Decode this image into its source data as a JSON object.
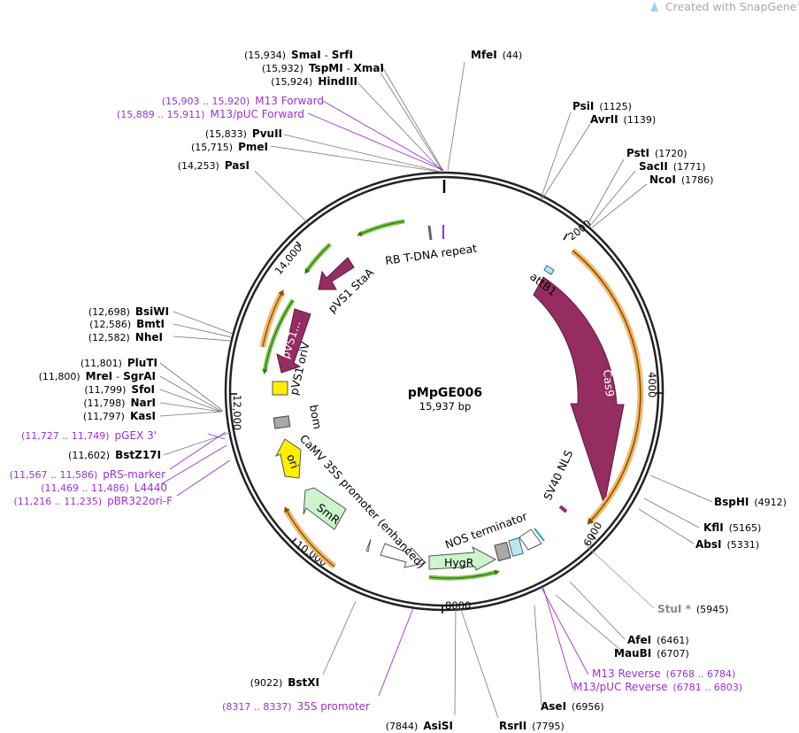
{
  "brand": {
    "text": "Created with SnapGene",
    "mark": "®"
  },
  "plasmid": {
    "name": "pMpGE006",
    "size_text": "15,937 bp"
  },
  "ticks": [
    "2000",
    "4000",
    "6000",
    "8000",
    "10,000",
    "12,000",
    "14,000"
  ],
  "sites": [
    {
      "pos": "(15,934)",
      "name": "SmaI",
      "pair": "SrfI"
    },
    {
      "pos": "(15,932)",
      "name": "TspMI",
      "pair": "XmaI"
    },
    {
      "pos": "(15,924)",
      "name": "HindIII"
    },
    {
      "pos": "(15,833)",
      "name": "PvuII"
    },
    {
      "pos": "(15,715)",
      "name": "PmeI"
    },
    {
      "pos": "(14,253)",
      "name": "PasI"
    },
    {
      "name": "MfeI",
      "pos": "(44)"
    },
    {
      "name": "PsiI",
      "pos": "(1125)"
    },
    {
      "name": "AvrII",
      "pos": "(1139)"
    },
    {
      "name": "PstI",
      "pos": "(1720)"
    },
    {
      "name": "SacII",
      "pos": "(1771)"
    },
    {
      "name": "NcoI",
      "pos": "(1786)"
    },
    {
      "pos": "(12,698)",
      "name": "BsiWI"
    },
    {
      "pos": "(12,586)",
      "name": "BmtI"
    },
    {
      "pos": "(12,582)",
      "name": "NheI"
    },
    {
      "pos": "(11,801)",
      "name": "PluTI"
    },
    {
      "pos": "(11,800)",
      "name": "MreI",
      "pair": "SgrAI"
    },
    {
      "pos": "(11,799)",
      "name": "SfoI"
    },
    {
      "pos": "(11,798)",
      "name": "NarI"
    },
    {
      "pos": "(11,797)",
      "name": "KasI"
    },
    {
      "pos": "(11,602)",
      "name": "BstZ17I"
    },
    {
      "name": "BspHI",
      "pos": "(4912)"
    },
    {
      "name": "KflI",
      "pos": "(5165)"
    },
    {
      "name": "AbsI",
      "pos": "(5331)"
    },
    {
      "name": "StuI *",
      "pos": "(5945)"
    },
    {
      "name": "AfeI",
      "pos": "(6461)"
    },
    {
      "name": "MauBI",
      "pos": "(6707)"
    },
    {
      "name": "AseI",
      "pos": "(6956)"
    },
    {
      "pos": "(9022)",
      "name": "BstXI"
    },
    {
      "pos": "(7844)",
      "name": "AsiSI"
    },
    {
      "name": "RsrII",
      "pos": "(7795)"
    }
  ],
  "primers": [
    {
      "pos": "(15,903 .. 15,920)",
      "name": "M13 Forward"
    },
    {
      "pos": "(15,889 .. 15,911)",
      "name": "M13/pUC Forward"
    },
    {
      "pos": "(11,727 .. 11,749)",
      "name": "pGEX 3'"
    },
    {
      "pos": "(11,567 .. 11,586)",
      "name": "pRS-marker"
    },
    {
      "pos": "(11,469 .. 11,486)",
      "name": "L4440"
    },
    {
      "pos": "(11,216 .. 11,235)",
      "name": "pBR322ori-F"
    },
    {
      "name": "M13 Reverse",
      "pos": "(6768 .. 6784)"
    },
    {
      "name": "M13/pUC Reverse",
      "pos": "(6781 .. 6803)"
    },
    {
      "pos": "(8317 .. 8337)",
      "name": "35S promoter"
    }
  ],
  "features": {
    "rb": "RB T-DNA repeat",
    "attb1": "attB1",
    "cas9": "Cas9",
    "sv40": "SV40 NLS",
    "nos": "NOS terminator",
    "hygr": "HygR",
    "camv": "CaMV 35S promoter (enhanced)",
    "smr": "SmR",
    "ori": "ori",
    "bom": "bom",
    "pvs1oriv": "pVS1 oriV",
    "pvs1rep": "pVS1...",
    "pvs1staa": "pVS1 StaA"
  },
  "colors": {
    "cas9": "#962d62",
    "pvs1": "#962d62",
    "hygr": "#ccf5cc",
    "smr": "#ccf5cc",
    "ori": "#ffee00",
    "bom": "#a9a9a9",
    "orf_orange": "#f0b96a",
    "orf_green": "#7fc34f",
    "primer": "#9b30d9"
  }
}
